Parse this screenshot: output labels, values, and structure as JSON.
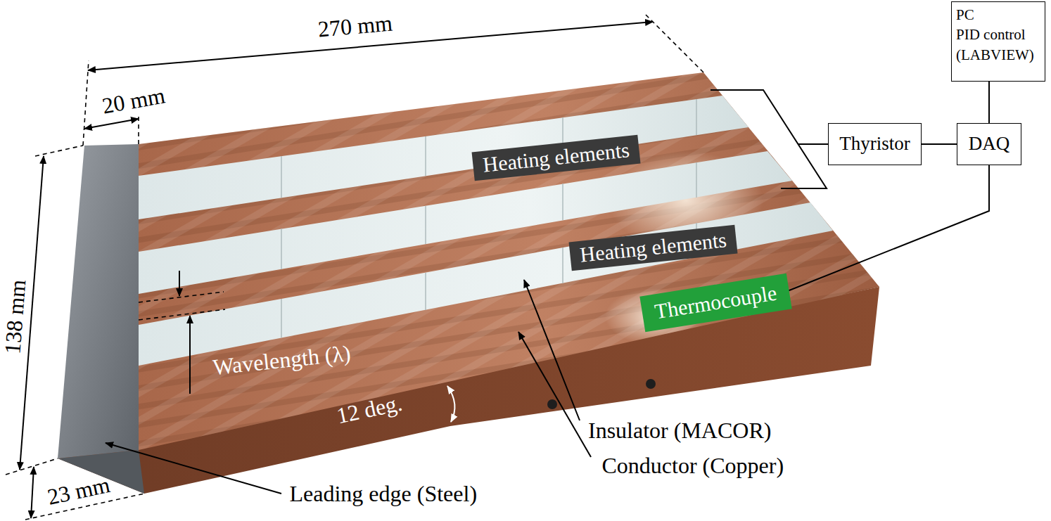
{
  "diagram": {
    "nodes": [
      {
        "text": [
          "PC",
          "PID control (LABVIEW)"
        ]
      },
      {
        "text": [
          "Thyristor"
        ]
      },
      {
        "text": [
          "DAQ"
        ]
      },
      {
        "text": [
          "Heating elements"
        ]
      },
      {
        "text": [
          "Heating elements"
        ]
      },
      {
        "text": [
          "Thermocouple"
        ]
      }
    ],
    "edges": [
      {
        "from": 0,
        "to": 2,
        "arrow": "none"
      },
      {
        "from": 1,
        "to": 2,
        "arrow": "none"
      },
      {
        "from": 2,
        "to": 5,
        "arrow": "none"
      }
    ],
    "labels": [
      "270 mm",
      "20 mm",
      "138 mm",
      "23 mm",
      "12 deg.",
      "Wavelength (λ)",
      "Insulator (MACOR)",
      "Conductor (Copper)",
      "Leading edge (Steel)"
    ]
  }
}
